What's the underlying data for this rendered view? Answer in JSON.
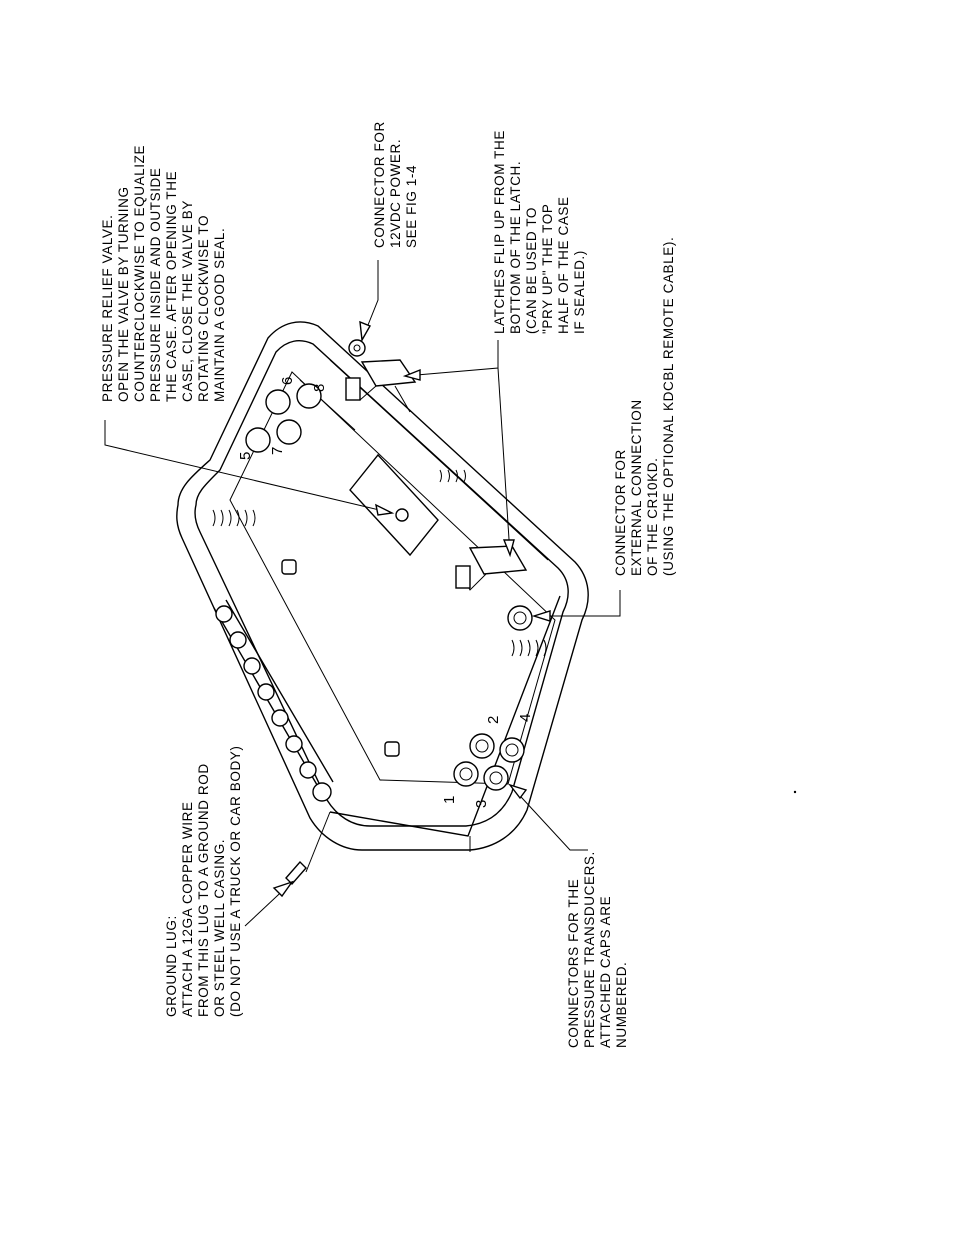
{
  "callouts": {
    "relief_valve": [
      "PRESSURE RELIEF VALVE.",
      "OPEN THE VALVE BY TURNING",
      "COUNTERCLOCKWISE TO EQUALIZE",
      "PRESSURE INSIDE AND OUTSIDE",
      "THE CASE. AFTER OPENING THE",
      "CASE, CLOSE THE VALVE BY",
      "ROTATING CLOCKWISE TO",
      "MAINTAIN A GOOD SEAL."
    ],
    "power_connector": [
      "CONNECTOR FOR",
      "12VDC POWER.",
      "SEE FIG 1-4"
    ],
    "latches": [
      "LATCHES FLIP UP FROM THE",
      "BOTTOM OF THE LATCH.",
      "(CAN BE USED TO",
      "\"PRY UP\" THE TOP",
      "HALF OF THE CASE",
      "IF SEALED.)"
    ],
    "external_connector": [
      "CONNECTOR FOR",
      "EXTERNAL CONNECTION",
      "OF THE CR10KD.",
      "(USING THE OPTIONAL KDCBL REMOTE CABLE)."
    ],
    "ground_lug": [
      "GROUND LUG:",
      "ATTACH A 12GA COPPER WIRE",
      "FROM THIS LUG TO A GROUND ROD",
      "OR STEEL WELL CASING.",
      "(DO NOT USE A TRUCK OR CAR BODY)"
    ],
    "transducer_connectors": [
      "CONNECTORS FOR THE",
      "PRESSURE TRANSDUCERS.",
      "ATTACHED CAPS ARE",
      "NUMBERED."
    ]
  },
  "port_numbers": {
    "top": [
      "5",
      "6",
      "7",
      "8"
    ],
    "bottom": [
      "1",
      "2",
      "3",
      "4"
    ]
  }
}
